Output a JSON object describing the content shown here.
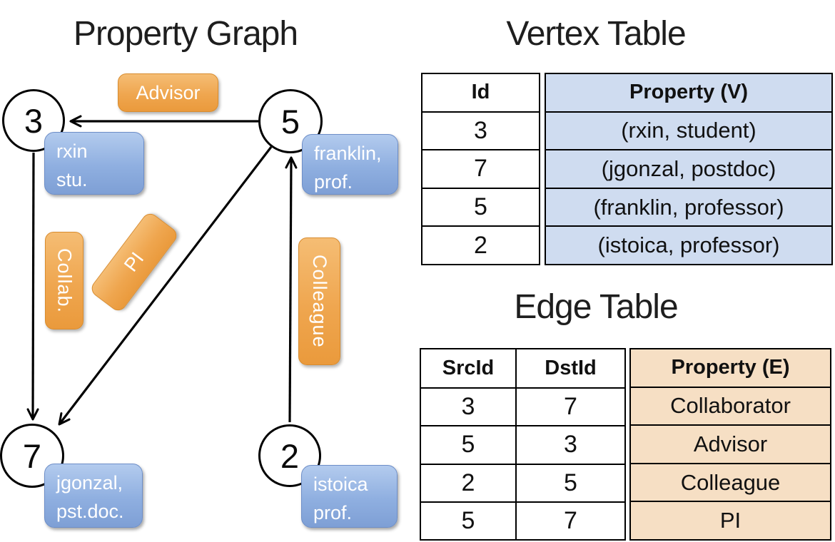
{
  "colors": {
    "background": "#ffffff",
    "line_stroke": "#000000",
    "node_fill": "#ffffff",
    "vertex_box_blue_top": "#b3cbee",
    "vertex_box_blue_bottom": "#7e9fd5",
    "edge_box_orange_top": "#f5bd74",
    "edge_box_orange_bottom": "#ea9a3c",
    "vertex_table_fill": "#cfdcf0",
    "edge_table_fill": "#f6dfc4",
    "box_text": "#ffffff",
    "table_text": "#111111"
  },
  "graph": {
    "title": "Property Graph",
    "nodes": [
      {
        "id": "3",
        "label_line1": "rxin",
        "label_line2": "stu."
      },
      {
        "id": "5",
        "label_line1": "franklin,",
        "label_line2": "prof."
      },
      {
        "id": "7",
        "label_line1": "jgonzal,",
        "label_line2": "pst.doc."
      },
      {
        "id": "2",
        "label_line1": "istoica",
        "label_line2": "prof."
      }
    ],
    "edge_labels": {
      "advisor": "Advisor",
      "collab": "Collab.",
      "pi": "PI",
      "colleague": "Colleague"
    }
  },
  "vertex_table": {
    "title": "Vertex Table",
    "headers": {
      "id": "Id",
      "property": "Property (V)"
    },
    "rows": [
      {
        "id": "3",
        "property": "(rxin, student)"
      },
      {
        "id": "7",
        "property": "(jgonzal, postdoc)"
      },
      {
        "id": "5",
        "property": "(franklin, professor)"
      },
      {
        "id": "2",
        "property": "(istoica, professor)"
      }
    ]
  },
  "edge_table": {
    "title": "Edge Table",
    "headers": {
      "src": "SrcId",
      "dst": "DstId",
      "property": "Property (E)"
    },
    "rows": [
      {
        "src": "3",
        "dst": "7",
        "property": "Collaborator"
      },
      {
        "src": "5",
        "dst": "3",
        "property": "Advisor"
      },
      {
        "src": "2",
        "dst": "5",
        "property": "Colleague"
      },
      {
        "src": "5",
        "dst": "7",
        "property": "PI"
      }
    ]
  }
}
